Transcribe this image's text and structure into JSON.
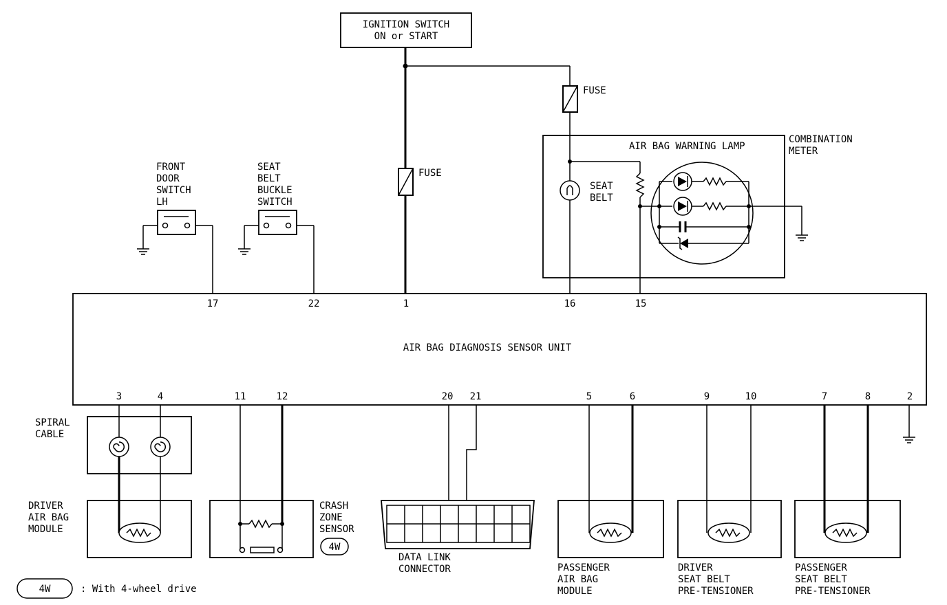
{
  "ignition": {
    "line1": "IGNITION SWITCH",
    "line2": "ON or START"
  },
  "fuse_main": "FUSE",
  "fuse_meter": "FUSE",
  "combination_meter": {
    "line1": "COMBINATION",
    "line2": "METER"
  },
  "warning_lamp": "AIR BAG WARNING LAMP",
  "seat_belt_lamp": {
    "line1": "SEAT",
    "line2": "BELT"
  },
  "front_door_switch": {
    "line1": "FRONT",
    "line2": "DOOR",
    "line3": "SWITCH",
    "line4": "LH"
  },
  "seat_belt_buckle_switch": {
    "line1": "SEAT",
    "line2": "BELT",
    "line3": "BUCKLE",
    "line4": "SWITCH"
  },
  "sensor_unit": "AIR BAG DIAGNOSIS SENSOR UNIT",
  "pins_top": {
    "p17": "17",
    "p22": "22",
    "p1": "1",
    "p16": "16",
    "p15": "15"
  },
  "pins_bottom": {
    "p3": "3",
    "p4": "4",
    "p11": "11",
    "p12": "12",
    "p20": "20",
    "p21": "21",
    "p5": "5",
    "p6": "6",
    "p9": "9",
    "p10": "10",
    "p7": "7",
    "p8": "8",
    "p2": "2"
  },
  "spiral_cable": {
    "line1": "SPIRAL",
    "line2": "CABLE"
  },
  "driver_air_bag": {
    "line1": "DRIVER",
    "line2": "AIR BAG",
    "line3": "MODULE"
  },
  "crash_zone_sensor": {
    "line1": "CRASH",
    "line2": "ZONE",
    "line3": "SENSOR",
    "badge": "4W"
  },
  "data_link_connector": {
    "line1": "DATA LINK",
    "line2": "CONNECTOR"
  },
  "passenger_air_bag": {
    "line1": "PASSENGER",
    "line2": "AIR BAG",
    "line3": "MODULE"
  },
  "driver_pretensioner": {
    "line1": "DRIVER",
    "line2": "SEAT BELT",
    "line3": "PRE-TENSIONER"
  },
  "passenger_pretensioner": {
    "line1": "PASSENGER",
    "line2": "SEAT BELT",
    "line3": "PRE-TENSIONER"
  },
  "legend": {
    "badge": "4W",
    "text": ": With 4-wheel drive"
  }
}
